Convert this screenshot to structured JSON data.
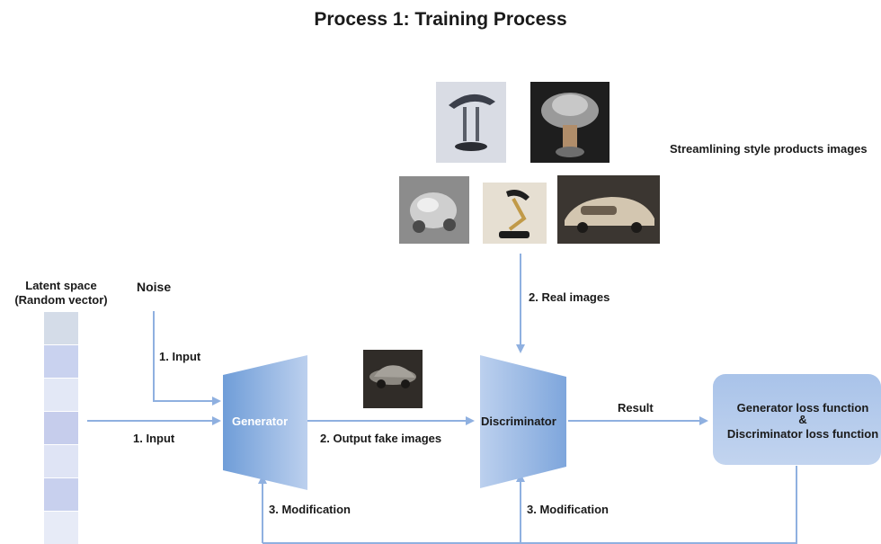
{
  "title": "Process 1: Training Process",
  "latent_space": {
    "label_line1": "Latent space",
    "label_line2": "(Random vector)"
  },
  "noise_label": "Noise",
  "noise_arrow_label": "1. Input",
  "latent_arrow_label": "1. Input",
  "generator_label": "Generator",
  "output_label": "2. Output fake images",
  "real_images_label": "2. Real images",
  "products_label": "Streamlining style products images",
  "discriminator_label": "Discriminator",
  "result_label": "Result",
  "loss_box": {
    "line1": "Generator loss function",
    "amp": "&",
    "line2": "Discriminator loss function"
  },
  "modification_generator_label": "3. Modification",
  "modification_discriminator_label": "3. Modification",
  "colors": {
    "arrow": "#8fb0e0",
    "block_dark": "#6f9dd8",
    "block_light": "#b9cfee",
    "latent": [
      "#d4dce8",
      "#c9d2ef",
      "#e3e8f6",
      "#c6cdec",
      "#dfe4f5",
      "#c8d0ee",
      "#e7ebf7"
    ]
  }
}
